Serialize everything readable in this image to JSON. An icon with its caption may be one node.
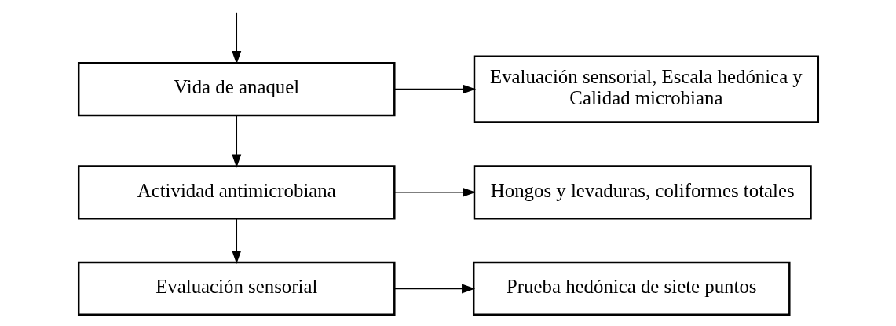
{
  "diagram": {
    "nodes": [
      {
        "text": [
          "Vida de anaquel"
        ]
      },
      {
        "text": [
          "Evaluación sensorial, Escala hedónica y Calidad microbiana"
        ]
      },
      {
        "text": [
          "Actividad antimicrobiana"
        ]
      },
      {
        "text": [
          "Hongos y levaduras, coliformes totales"
        ]
      },
      {
        "text": [
          "Evaluación sensorial"
        ]
      },
      {
        "text": [
          "Prueba hedónica de siete puntos"
        ]
      }
    ],
    "edges": [
      {
        "from": null,
        "to": 0,
        "arrow": "to"
      },
      {
        "from": 0,
        "to": 1,
        "arrow": "to"
      },
      {
        "from": 0,
        "to": 2,
        "arrow": "to"
      },
      {
        "from": 2,
        "to": 3,
        "arrow": "to"
      },
      {
        "from": 2,
        "to": 4,
        "arrow": "to"
      },
      {
        "from": 4,
        "to": 5,
        "arrow": "to"
      }
    ]
  }
}
